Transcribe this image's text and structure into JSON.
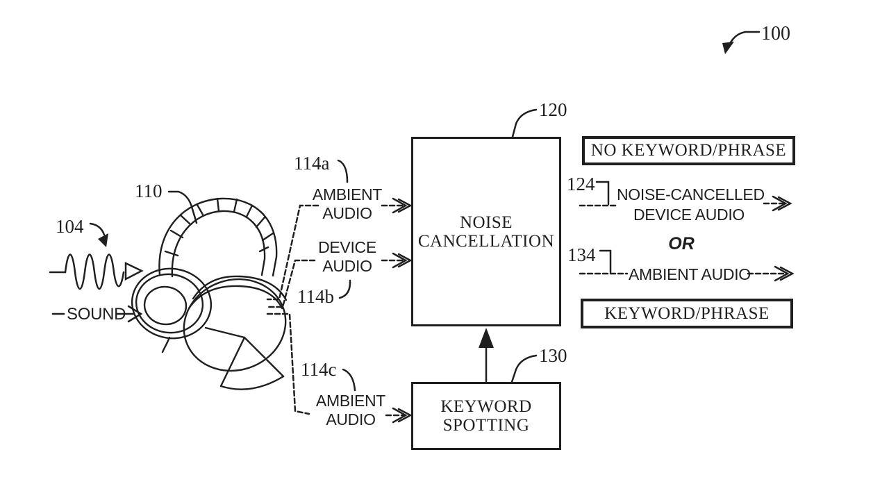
{
  "colors": {
    "ink": "#1f1f1f",
    "paper": "#ffffff"
  },
  "figure": {
    "figure_ref": "100",
    "sound": {
      "ref": "104",
      "label": "SOUND"
    },
    "headphones": {
      "ref": "110"
    },
    "inputs": {
      "ambient_a": {
        "ref": "114a",
        "line1": "AMBIENT",
        "line2": "AUDIO"
      },
      "device": {
        "ref": "114b",
        "line1": "DEVICE",
        "line2": "AUDIO"
      },
      "ambient_c": {
        "ref": "114c",
        "line1": "AMBIENT",
        "line2": "AUDIO"
      }
    },
    "noise_cancellation": {
      "ref": "120",
      "line1": "NOISE",
      "line2": "CANCELLATION"
    },
    "keyword_spotting": {
      "ref": "130",
      "line1": "KEYWORD",
      "line2": "SPOTTING"
    },
    "outputs": {
      "no_keyword_banner": "NO KEYWORD/PHRASE",
      "nc_out": {
        "ref": "124",
        "line1": "NOISE-CANCELLED",
        "line2": "DEVICE AUDIO"
      },
      "or_label": "OR",
      "ambient_out": {
        "ref": "134",
        "label": "AMBIENT AUDIO"
      },
      "keyword_banner": "KEYWORD/PHRASE"
    }
  }
}
